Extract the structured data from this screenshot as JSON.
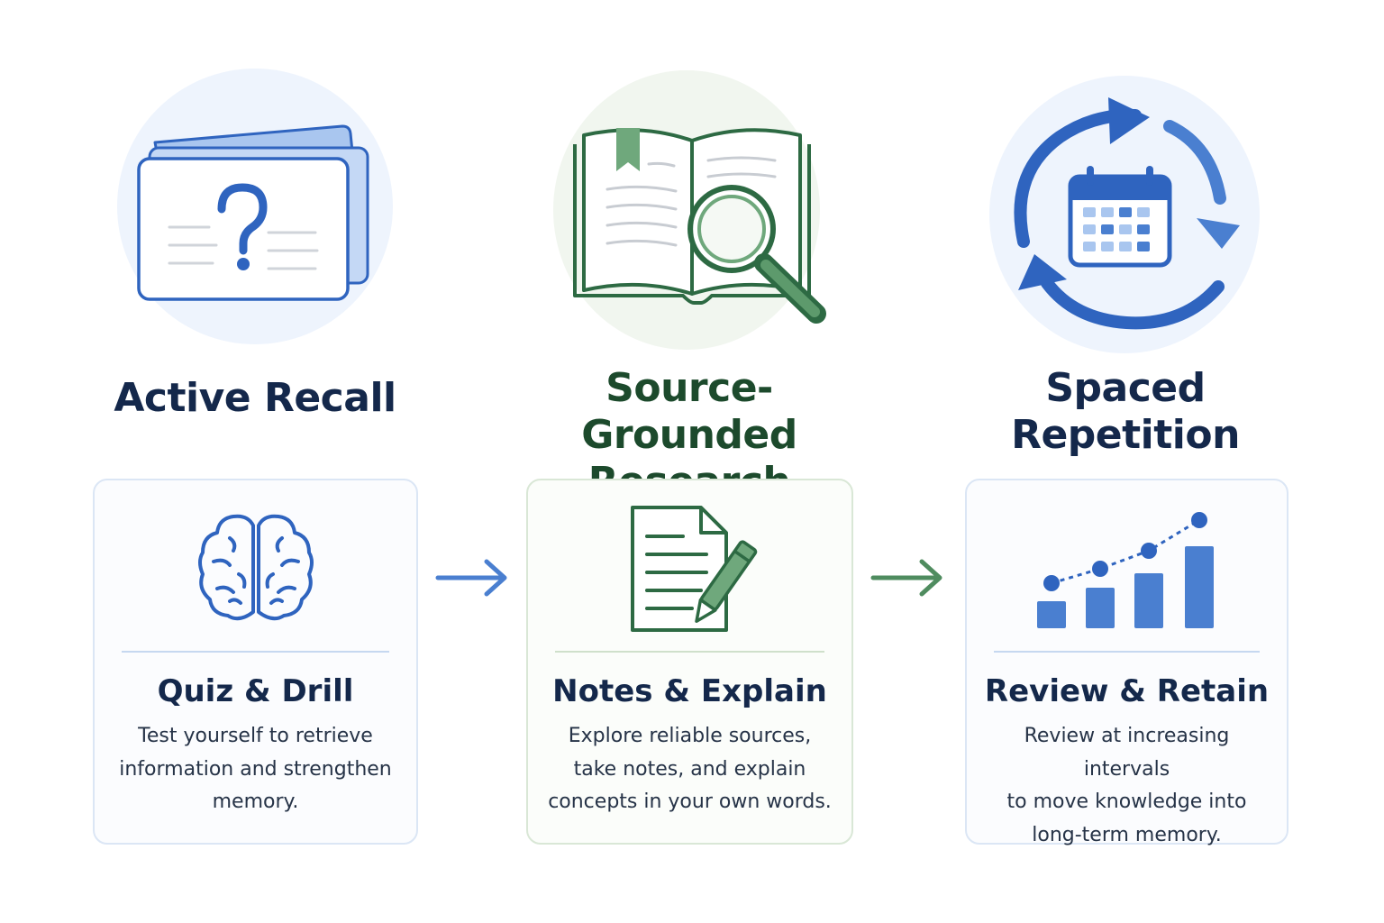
{
  "colors": {
    "blue_accent": "#2f64bf",
    "blue_light": "#a9c6ef",
    "blue_bg": "#eef4fd",
    "green_accent": "#2d6a43",
    "green_light": "#6fa87c",
    "green_bg": "#f1f6ef",
    "navy_text": "#14284b",
    "green_text": "#1c4a2c"
  },
  "pillars": [
    {
      "title_lines": [
        "Active Recall"
      ],
      "icon": "question-flashcards-icon",
      "card": {
        "icon": "brain-icon",
        "title": "Quiz & Drill",
        "desc_lines": [
          "Test yourself to retrieve",
          "information and strengthen",
          "memory."
        ]
      }
    },
    {
      "title_lines": [
        "Source-Grounded",
        "Research"
      ],
      "icon": "book-magnifier-icon",
      "card": {
        "icon": "document-pencil-icon",
        "title": "Notes & Explain",
        "desc_lines": [
          "Explore reliable sources,",
          "take notes, and explain",
          "concepts in your own words."
        ]
      }
    },
    {
      "title_lines": [
        "Spaced",
        "Repetition"
      ],
      "icon": "calendar-cycle-icon",
      "card": {
        "icon": "growth-bar-chart-icon",
        "title": "Review & Retain",
        "desc_lines": [
          "Review at increasing intervals",
          "to move knowledge into",
          "long-term memory."
        ]
      }
    }
  ],
  "flow": [
    {
      "icon": "arrow-right-icon",
      "color": "#4a7fd0"
    },
    {
      "icon": "arrow-right-icon",
      "color": "#4f8c5f"
    }
  ]
}
